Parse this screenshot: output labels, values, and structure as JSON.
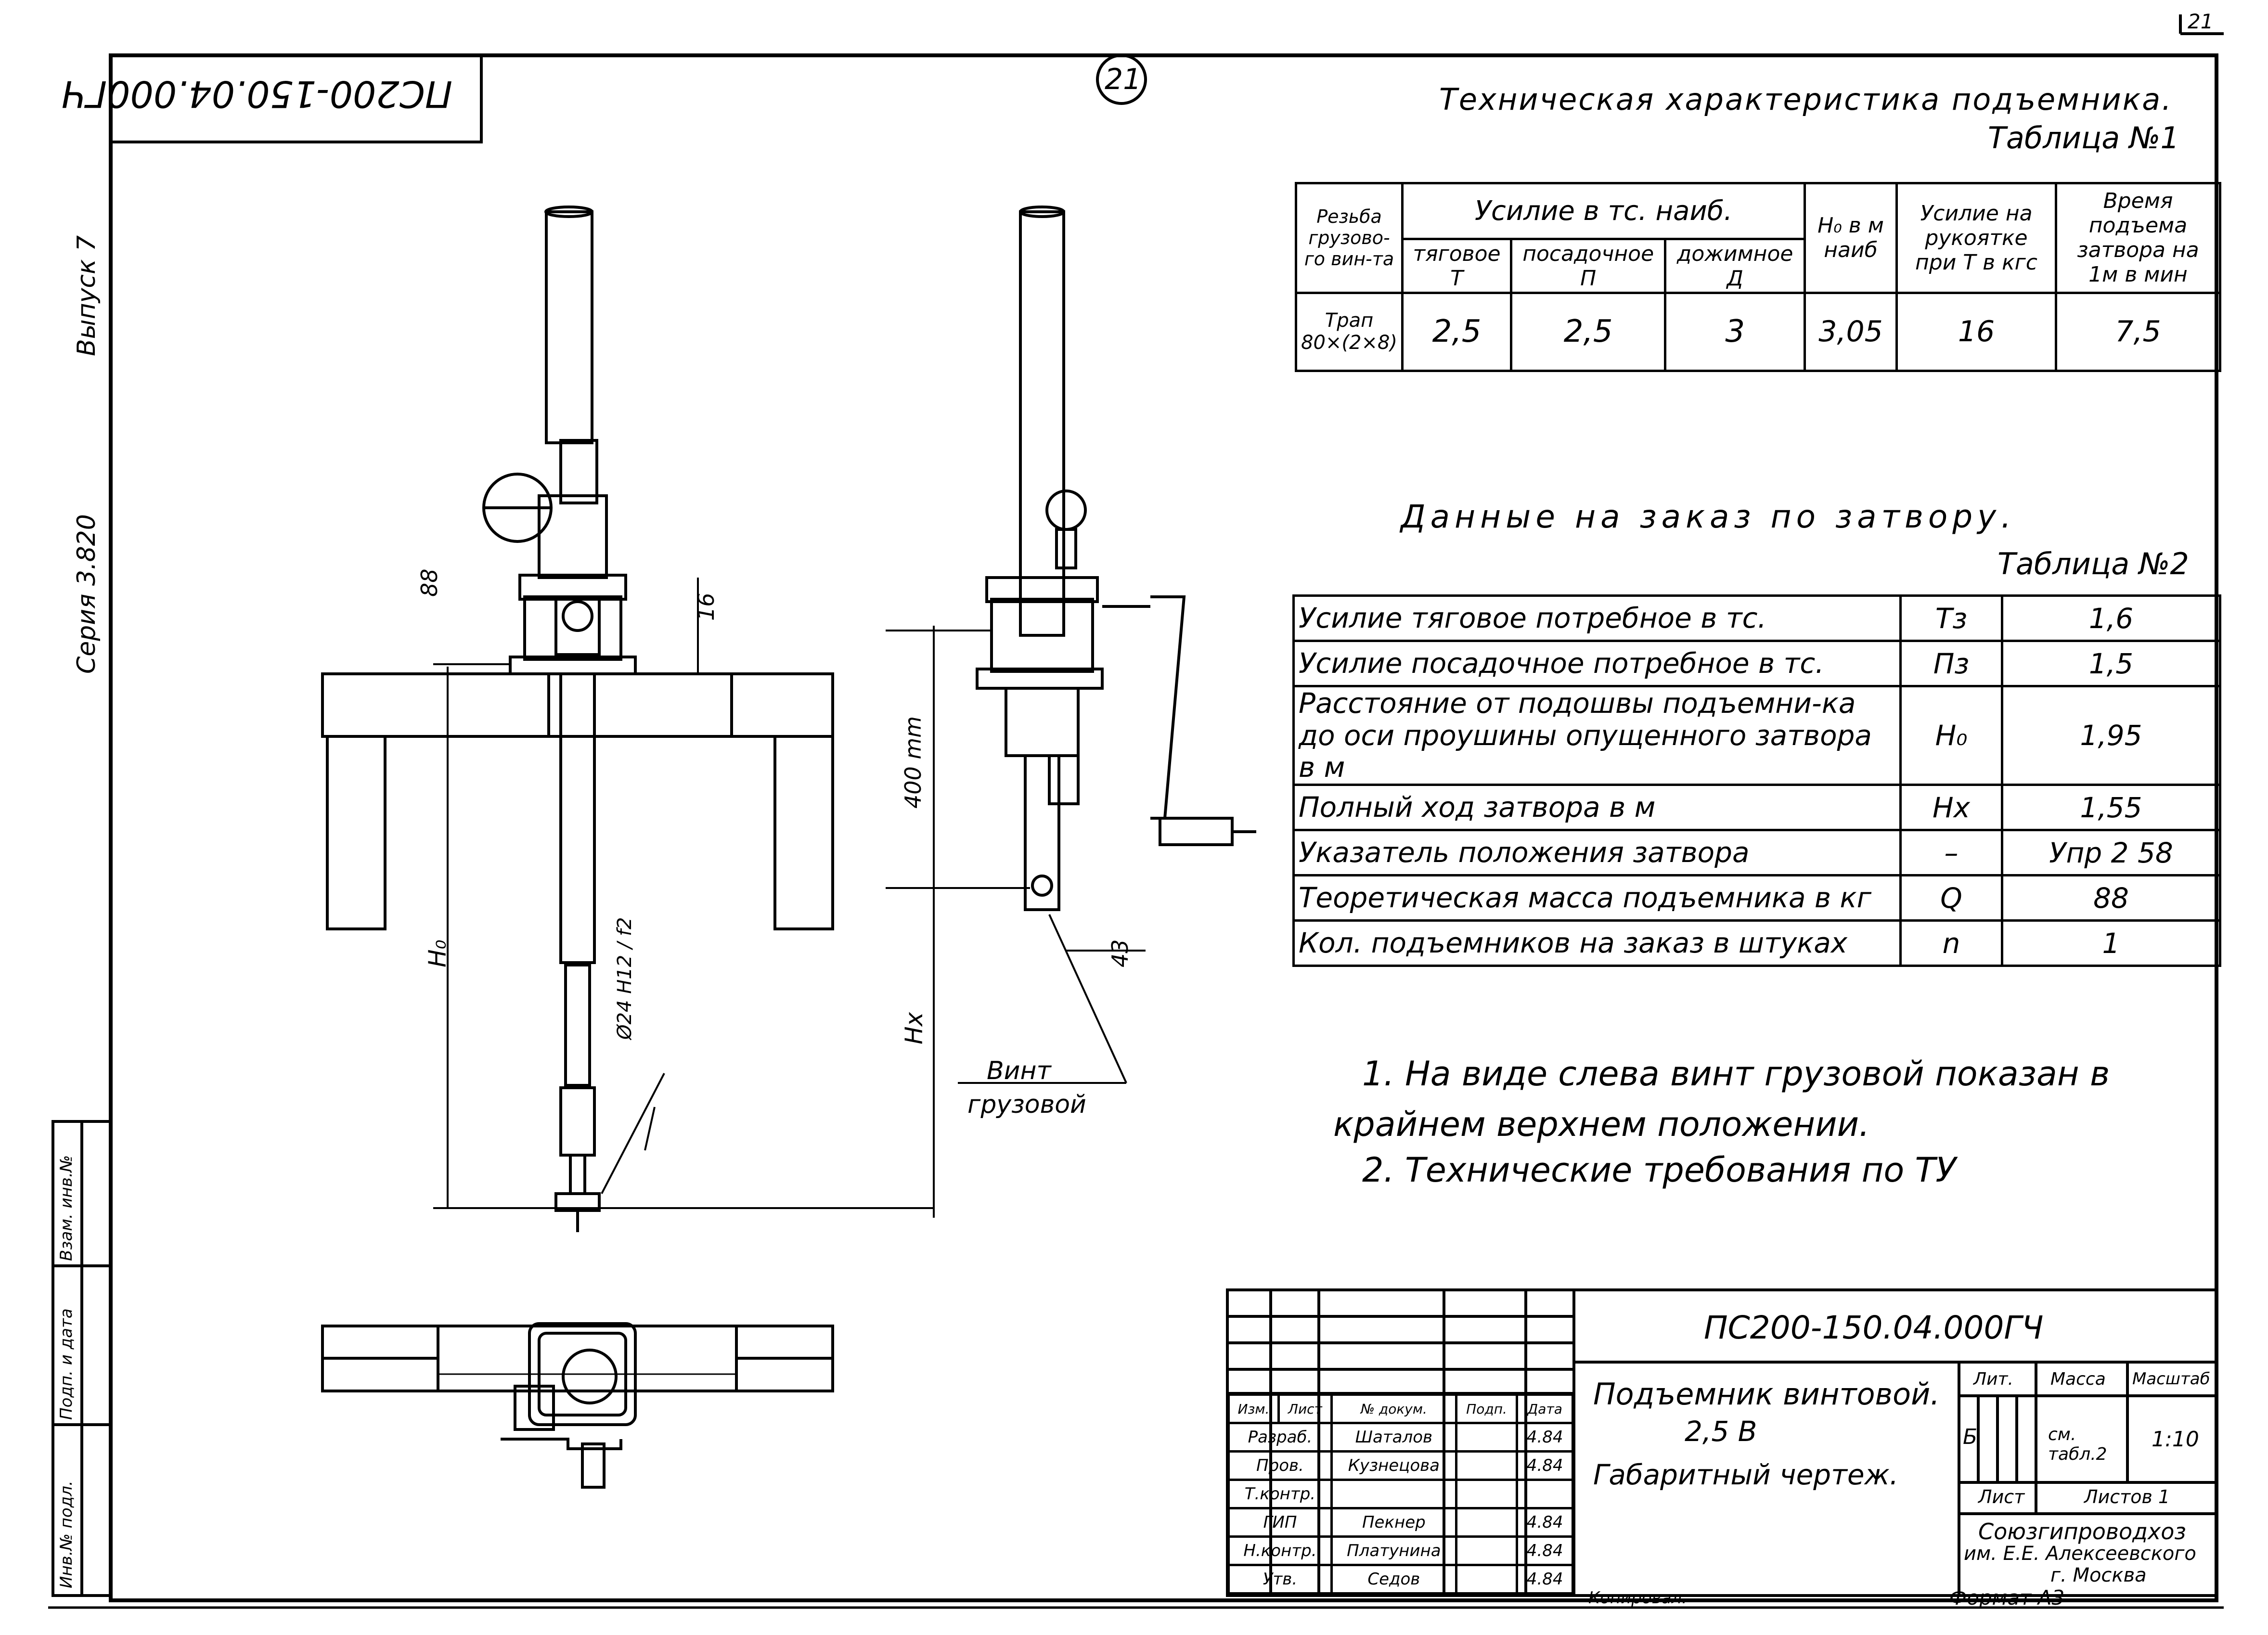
{
  "sheet_number_circle": "21",
  "sheet_corner_number": "21",
  "doc_code_rotated": "ПС200-150.04.000ГЧ",
  "left_margin": {
    "series": "Серия 3.820",
    "issue": "Выпуск 7",
    "stamp_labels": [
      "Инв.№ подл.",
      "Подп. и дата",
      "Взам. инв.№"
    ]
  },
  "table1": {
    "caption": "Техническая характеристика подъемника.",
    "number": "Таблица №1",
    "headers": {
      "thread": "Резьба грузово-го вин-та",
      "force_group": "Усилие в тс. наиб.",
      "traction": "тяговое Т",
      "seating": "посадочное П",
      "pressing": "дожимное Д",
      "h0": "H₀ в м наиб",
      "handle": "Усилие на рукоятке при Т в кгс",
      "lift_time": "Время подъема затвора на 1м в мин"
    },
    "row": {
      "thread": "Трап 80×(2×8)",
      "traction": "2,5",
      "seating": "2,5",
      "pressing": "3",
      "h0": "3,05",
      "handle": "16",
      "lift_time": "7,5"
    }
  },
  "table2": {
    "caption": "Данные на заказ по затвору.",
    "number": "Таблица №2",
    "rows": [
      {
        "label": "Усилие тяговое потребное в тс.",
        "symbol": "Тз",
        "value": "1,6"
      },
      {
        "label": "Усилие посадочное потребное в тс.",
        "symbol": "Пз",
        "value": "1,5"
      },
      {
        "label": "Расстояние от подошвы подъемни-ка до оси проушины опущенного затвора в м",
        "symbol": "H₀",
        "value": "1,95"
      },
      {
        "label": "Полный ход затвора в м",
        "symbol": "Hх",
        "value": "1,55"
      },
      {
        "label": "Указатель положения затвора",
        "symbol": "–",
        "value": "Упр 2 58"
      },
      {
        "label": "Теоретическая масса подъемника в кг",
        "symbol": "Q",
        "value": "88"
      },
      {
        "label": "Кол. подъемников на заказ в штуках",
        "symbol": "n",
        "value": "1"
      }
    ]
  },
  "notes": [
    "1. На виде слева винт грузовой показан в",
    "крайнем верхнем положении.",
    "2. Технические требования по ТУ"
  ],
  "drawing_labels": {
    "dim_88": "88",
    "dim_16": "16",
    "dim_400": "400 mm",
    "dim_h0": "H₀",
    "dim_hx": "Hх",
    "dim_43": "43",
    "thread_callout": "Ø24 H12 / f2",
    "screw_label_1": "Винт",
    "screw_label_2": "грузовой"
  },
  "title_block": {
    "doc_code": "ПС200-150.04.000ГЧ",
    "name_line1": "Подъемник винтовой.",
    "name_line2": "2,5 В",
    "name_line3": "Габаритный чертеж.",
    "col_lit": "Лит.",
    "col_mass": "Масса",
    "col_scale": "Масштаб",
    "lit_value": "Б",
    "mass_value": "см. табл.2",
    "scale_value": "1:10",
    "sheet_label": "Лист",
    "sheets_label": "Листов 1",
    "org_line1": "Союзгипроводхоз",
    "org_line2": "им. Е.Е. Алексеевского",
    "org_line3": "г. Москва",
    "header_row": [
      "Изм.",
      "Лист",
      "№ докум.",
      "Подп.",
      "Дата"
    ],
    "people": [
      {
        "role": "Разраб.",
        "name": "Шаталов",
        "date": "4.84"
      },
      {
        "role": "Пров.",
        "name": "Кузнецова",
        "date": "4.84"
      },
      {
        "role": "Т.контр.",
        "name": "",
        "date": ""
      },
      {
        "role": "ГИП",
        "name": "Пекнер",
        "date": "4.84"
      },
      {
        "role": "Н.контр.",
        "name": "Платунина",
        "date": "4.84"
      },
      {
        "role": "Утв.",
        "name": "Седов",
        "date": "4.84"
      }
    ],
    "copied_by": "Копировал:",
    "format": "Формат А3"
  }
}
